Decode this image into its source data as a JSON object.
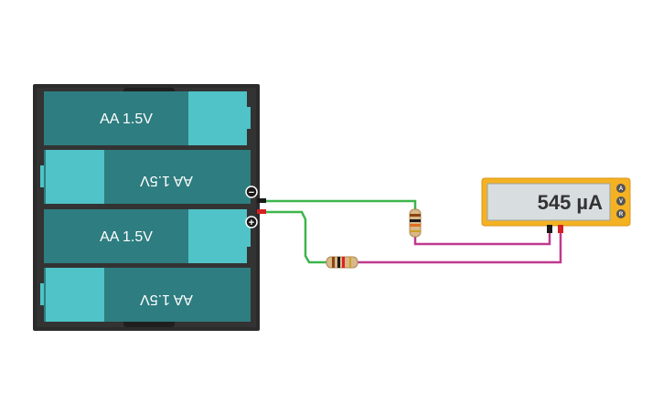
{
  "battery_pack": {
    "cells": [
      {
        "label": "AA 1.5V",
        "orientation": "normal"
      },
      {
        "label": "AA 1.5V",
        "orientation": "flipped"
      },
      {
        "label": "AA 1.5V",
        "orientation": "normal"
      },
      {
        "label": "AA 1.5V",
        "orientation": "flipped"
      }
    ],
    "negative_terminal": "−",
    "positive_terminal": "+"
  },
  "multimeter": {
    "reading": "545 µA",
    "modes": [
      "A",
      "V",
      "R"
    ],
    "active_mode": "A"
  },
  "resistors": [
    {
      "orientation": "vertical",
      "bands": [
        "#8b4513",
        "#1a1a1a",
        "#e07020",
        "#c9a227"
      ]
    },
    {
      "orientation": "horizontal",
      "bands": [
        "#8b4513",
        "#1a1a1a",
        "#e02020",
        "#c9a227"
      ]
    }
  ],
  "wire_colors": {
    "green": "#3cb54a",
    "magenta": "#c0398f"
  },
  "colors": {
    "battery_dark": "#2e7d80",
    "battery_light": "#4fc3c7",
    "holder": "#2b2b2b",
    "multimeter_body": "#f4b223",
    "display": "#d8dde0"
  }
}
